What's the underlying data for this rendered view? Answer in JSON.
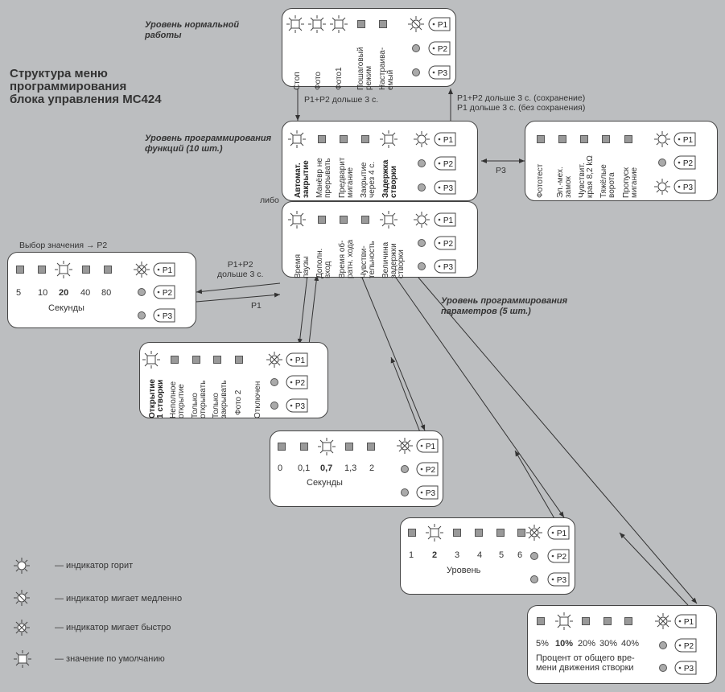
{
  "title": "Структура меню\nпрограммирования\nблока управления MC424",
  "levels": {
    "normal": "Уровень нормальной\nработы",
    "functions": "Уровень программирования\nфункций (10 шт.)",
    "parameters": "Уровень программирования\nпараметров (5 шт.)"
  },
  "buttons": {
    "p1": "P1",
    "p2": "P2",
    "p3": "P3"
  },
  "arrows": {
    "down_main": "P1+P2 дольше 3 с.",
    "up_main": "P1+P2 дольше 3 с. (сохранение)\nP1 дольше 3 с. (без сохранения)",
    "p3": "P3",
    "libo": "либо",
    "to_pause": "P1+P2\nдольше 3 с.",
    "back_pause": "P1",
    "select": "Выбор значения → P2"
  },
  "panel_normal": {
    "labels": [
      "Стоп",
      "Фото",
      "Фото1",
      "Пошаговый\nрежим",
      "Настраива-\nемый"
    ]
  },
  "panel_func1": {
    "labels": [
      "Автомат.\nзакрытие",
      "Манёвр не\nпрерывать",
      "Предварит\nмигание",
      "Закрытие\nчерез 4 с.",
      "Задержка\nстворки"
    ]
  },
  "panel_func2": {
    "labels": [
      "Фототест",
      "Эл.-мех.\nзамок",
      "Чувствит.\nкрая 8,2 kΩ",
      "Тяжёлые\nворота",
      "Пропуск\nмигание"
    ]
  },
  "panel_params": {
    "labels": [
      "Время\nпаузы",
      "Дополн.\nвход",
      "Время об-\nратн. хода",
      "Чувстви-\nтельность",
      "Величина\nзадержки\nстворки"
    ]
  },
  "panel_open": {
    "labels": [
      "Открытие\n1 створки",
      "Неполное\nоткрытие",
      "Только\nоткрывать",
      "Только\nзакрывать",
      "Фото 2",
      "Отключен"
    ]
  },
  "panel_pause": {
    "values": [
      "5",
      "10",
      "20",
      "40",
      "80"
    ],
    "caption": "Секунды"
  },
  "panel_delay": {
    "values": [
      "0",
      "0,1",
      "0,7",
      "1,3",
      "2"
    ],
    "caption": "Секунды"
  },
  "panel_level": {
    "values": [
      "1",
      "2",
      "3",
      "4",
      "5",
      "6"
    ],
    "caption": "Уровень"
  },
  "panel_percent": {
    "values": [
      "5%",
      "10%",
      "20%",
      "30%",
      "40%"
    ],
    "caption": "Процент от общего вре-\nмени движения створки"
  },
  "legend": [
    "— индикатор горит",
    "— индикатор мигает медленно",
    "— индикатор мигает быстро",
    "— значение по умолчанию"
  ]
}
